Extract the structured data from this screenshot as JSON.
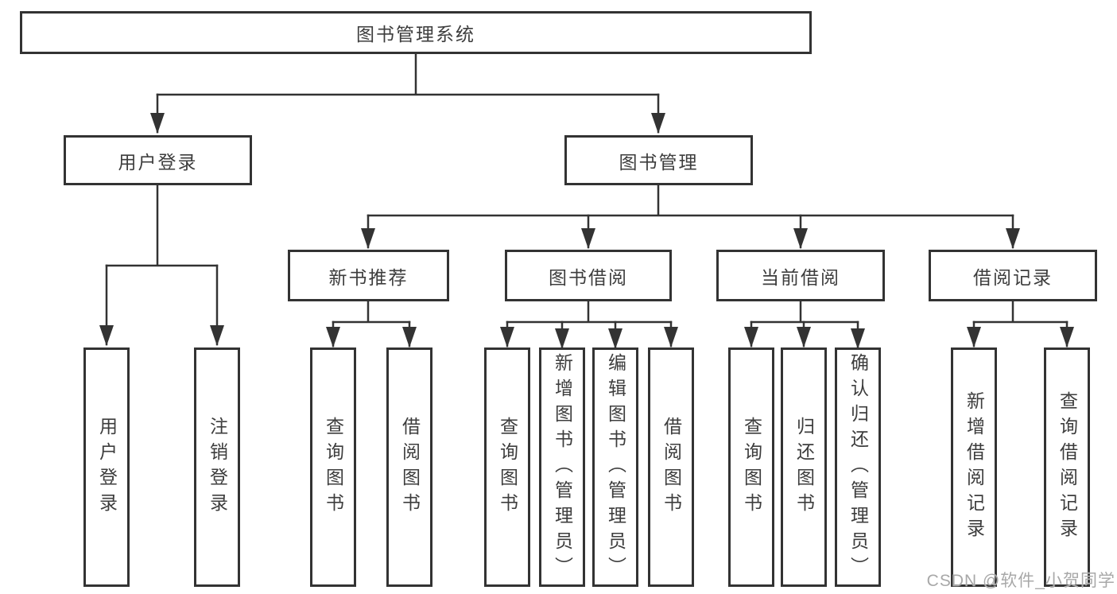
{
  "diagram_title": "图书管理系统",
  "tree": {
    "root": {
      "label": "图书管理系统"
    },
    "level2": [
      {
        "label": "用户登录",
        "parent": "图书管理系统"
      },
      {
        "label": "图书管理",
        "parent": "图书管理系统"
      }
    ],
    "level3": [
      {
        "label": "新书推荐",
        "parent": "图书管理"
      },
      {
        "label": "图书借阅",
        "parent": "图书管理"
      },
      {
        "label": "当前借阅",
        "parent": "图书管理"
      },
      {
        "label": "借阅记录",
        "parent": "图书管理"
      }
    ],
    "leaves": [
      {
        "label": "用户登录",
        "parent": "用户登录"
      },
      {
        "label": "注销登录",
        "parent": "用户登录"
      },
      {
        "label": "查询图书",
        "parent": "新书推荐"
      },
      {
        "label": "借阅图书",
        "parent": "新书推荐"
      },
      {
        "label": "查询图书",
        "parent": "图书借阅"
      },
      {
        "label": "新增图书（管理员）",
        "parent": "图书借阅"
      },
      {
        "label": "编辑图书（管理员）",
        "parent": "图书借阅"
      },
      {
        "label": "借阅图书",
        "parent": "图书借阅"
      },
      {
        "label": "查询图书",
        "parent": "当前借阅"
      },
      {
        "label": "归还图书",
        "parent": "当前借阅"
      },
      {
        "label": "确认归还（管理员）",
        "parent": "当前借阅"
      },
      {
        "label": "新增借阅记录",
        "parent": "借阅记录"
      },
      {
        "label": "查询借阅记录",
        "parent": "借阅记录"
      }
    ]
  },
  "watermark": {
    "text": "CSDN @软件_小贺同学",
    "color": "#a8a8a8"
  },
  "colors": {
    "line": "#333333",
    "box_border": "#333333",
    "text": "#3d3d3d",
    "background": "#ffffff"
  }
}
